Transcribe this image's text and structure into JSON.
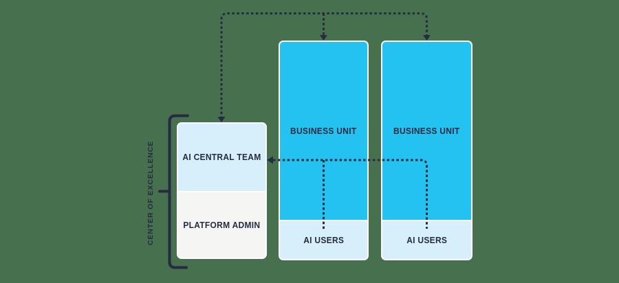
{
  "colors": {
    "background": "#47704F",
    "navy": "#272B42",
    "business_unit_blue": "#24C2F0",
    "light_blue": "#D6EFFA",
    "light_gray": "#F5F5F4",
    "box_border": "#FFFFFF"
  },
  "coe": {
    "label": "CENTER OF EXCELLENCE",
    "team_label": "AI CENTRAL TEAM",
    "admin_label": "PLATFORM ADMIN"
  },
  "business_units": [
    {
      "label": "BUSINESS UNIT",
      "users_label": "AI USERS"
    },
    {
      "label": "BUSINESS UNIT",
      "users_label": "AI USERS"
    }
  ]
}
